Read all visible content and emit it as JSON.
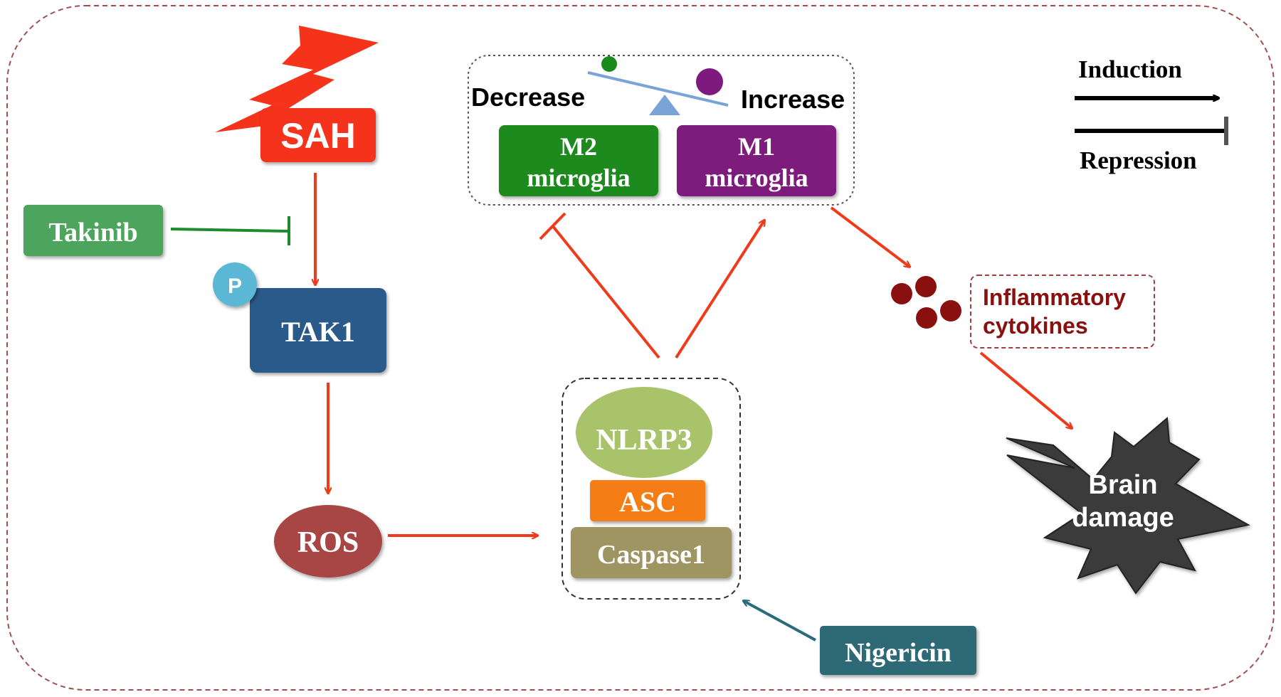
{
  "nodes": {
    "sah": "SAH",
    "takinib": "Takinib",
    "p_badge": "P",
    "tak1": "TAK1",
    "ros": "ROS",
    "nlrp3": "NLRP3",
    "asc": "ASC",
    "caspase1": "Caspase1",
    "nigericin": "Nigericin",
    "m2_line1": "M2",
    "m2_line2": "microglia",
    "m1_line1": "M1",
    "m1_line2": "microglia",
    "decrease": "Decrease",
    "increase": "Increase",
    "cytokines_line1": "Inflammatory",
    "cytokines_line2": "cytokines",
    "brain_line1": "Brain",
    "brain_line2": "damage"
  },
  "legend": {
    "induction": "Induction",
    "repression": "Repression"
  },
  "colors": {
    "activation_arrow": "#f03a1c",
    "inhibition_green": "#1e8a2e",
    "nigericin_arrow": "#2a6b7c",
    "sah": "#f5331a",
    "takinib": "#4ea45c",
    "tak1": "#2c5a8a",
    "p_badge": "#5ab8d4",
    "ros": "#a84444",
    "nlrp3": "#a9c36a",
    "asc": "#f57d12",
    "caspase1": "#9e9563",
    "nigericin": "#2d6b74",
    "m2": "#1a8a1a",
    "m1": "#7e1a7e",
    "cytokine_dots": "#8a1010",
    "cytokine_text": "#8a1010",
    "brain_star": "#3a3a3a"
  }
}
